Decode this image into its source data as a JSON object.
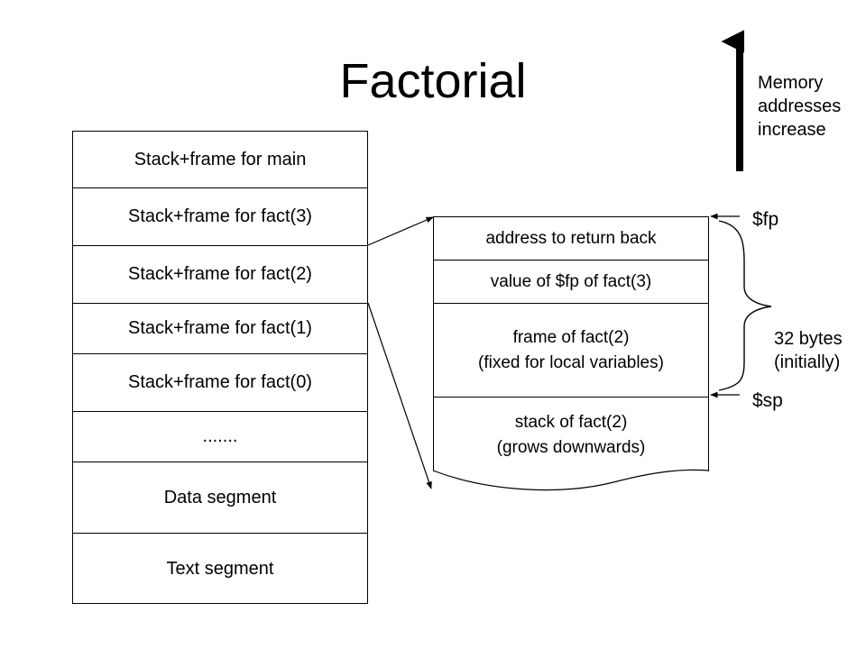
{
  "title": "Factorial",
  "memory_note": [
    "Memory",
    "addresses",
    "increase"
  ],
  "stack_cells": [
    "Stack+frame for main",
    "Stack+frame for fact(3)",
    "Stack+frame for fact(2)",
    "Stack+frame for fact(1)",
    "Stack+frame for fact(0)",
    ".......",
    "Data segment",
    "Text segment"
  ],
  "frame_cells": [
    [
      "address to return back"
    ],
    [
      "value of $fp of fact(3)"
    ],
    [
      "frame of fact(2)",
      "(fixed for local variables)"
    ],
    [
      "stack of fact(2)",
      "(grows downwards)"
    ]
  ],
  "fp_label": "$fp",
  "sp_label": "$sp",
  "size_note": [
    "32 bytes",
    "(initially)"
  ],
  "colors": {
    "line": "#000000",
    "background": "#ffffff"
  }
}
